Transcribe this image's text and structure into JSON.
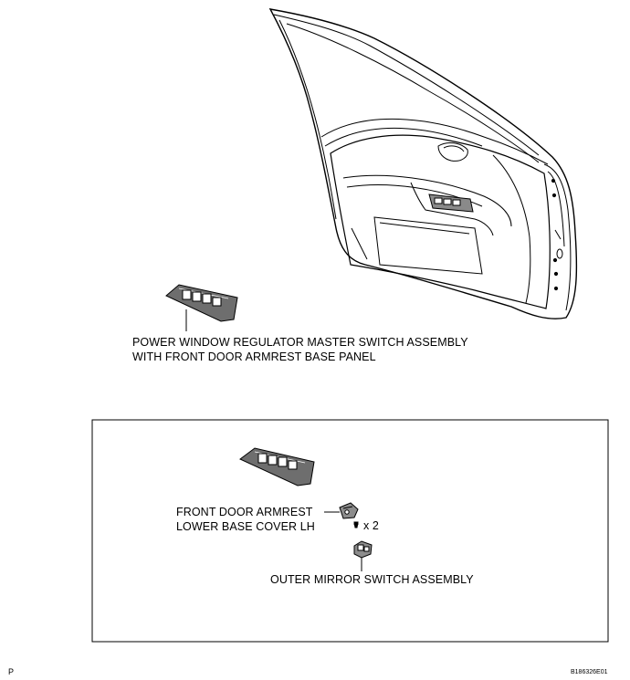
{
  "callouts": {
    "master_switch_line1": "POWER WINDOW REGULATOR MASTER SWITCH ASSEMBLY",
    "master_switch_line2": "WITH FRONT DOOR ARMREST BASE PANEL",
    "base_cover_line1": "FRONT DOOR ARMREST",
    "base_cover_line2": "LOWER BASE COVER LH",
    "screw_qty": "x 2",
    "mirror_switch": "OUTER MIRROR SWITCH ASSEMBLY"
  },
  "footer": {
    "left_mark": "P",
    "figure_id": "B186326E01"
  },
  "colors": {
    "line": "#000000",
    "switch_panel": "#6e6e6e",
    "background": "#ffffff"
  }
}
